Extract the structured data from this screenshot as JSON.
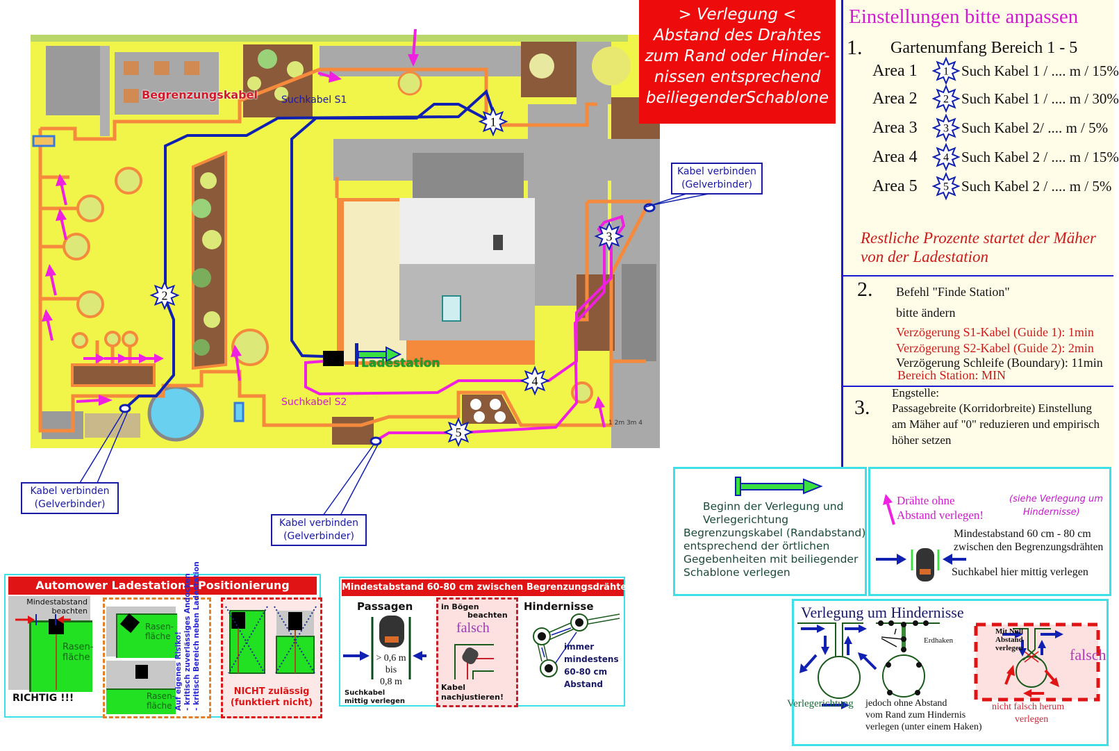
{
  "title_box": {
    "lines": [
      "> Verlegung <",
      "Abstand des Drahtes",
      "zum Rand oder Hinder-",
      "nissen entsprechend",
      "beiliegenderSchablone"
    ]
  },
  "map": {
    "labels": {
      "boundary_cable": "Begrenzungskabel",
      "guide_s1": "Suchkabel S1",
      "guide_s2": "Suchkabel S2",
      "charging_station": "Ladestation",
      "scale": "1  2m  3m  4"
    },
    "callouts": [
      {
        "line1": "Kabel verbinden",
        "line2": "(Gelverbinder)"
      },
      {
        "line1": "Kabel verbinden",
        "line2": "(Gelverbinder)"
      },
      {
        "line1": "Kabel verbinden",
        "line2": "(Gelverbinder)"
      }
    ],
    "area_markers": [
      "1",
      "2",
      "3",
      "4",
      "5"
    ],
    "colors": {
      "lawn": "#f1f54a",
      "boundary": "#f58a3c",
      "guide_s1": "#1020b0",
      "guide_s2": "#f020e0",
      "arrow": "#f020e0",
      "paving": "#a9a9a9"
    }
  },
  "settings": {
    "title": "Einstellungen bitte anpassen",
    "section1": {
      "number": "1.",
      "heading": "Gartenumfang Bereich 1 - 5",
      "areas": [
        {
          "label": "Area 1",
          "marker": "1",
          "cable": "Such Kabel 1 / .... m / 15%"
        },
        {
          "label": "Area 2",
          "marker": "2",
          "cable": "Such Kabel 1 / .... m / 30%"
        },
        {
          "label": "Area 3",
          "marker": "3",
          "cable": "Such Kabel 2/ .... m / 5%"
        },
        {
          "label": "Area 4",
          "marker": "4",
          "cable": "Such Kabel 2 / .... m / 15%"
        },
        {
          "label": "Area 5",
          "marker": "5",
          "cable": "Such Kabel 2 / .... m / 5%"
        }
      ],
      "note_line1": "Restliche Prozente  startet der Mäher",
      "note_line2": "von der Ladestation"
    },
    "section2": {
      "number": "2.",
      "line1": "Befehl \"Finde Station\"",
      "line2": "bitte ändern",
      "delay_s1": "Verzögerung S1-Kabel (Guide 1): 1min",
      "delay_s2": "Verzögerung S2-Kabel (Guide 2): 2min",
      "delay_boundary": "Verzögerung Schleife (Boundary): 11min",
      "station_range": "Bereich Station: MIN"
    },
    "section3": {
      "number": "3.",
      "line1": "Engstelle:",
      "line2": "Passagebreite (Korridorbreite) Einstellung",
      "line3": "am Mäher auf \"0\" reduzieren und empirisch",
      "line4": "höher setzen"
    }
  },
  "legend_start": {
    "lines": [
      "Beginn der Verlegung und",
      "Verlegerichtung",
      "Begrenzungskabel (Randabstand)",
      "entsprechend der örtlichen",
      "Gegebenheiten mit beiliegender",
      "Schablone verlegen"
    ]
  },
  "legend_wires": {
    "no_gap_line1": "Drähte ohne",
    "no_gap_line2": "Abstand verlegen!",
    "see_line1": "(siehe Verlegung um",
    "see_line2": "Hindernisse)",
    "min_line1": "Mindestabstand 60 cm - 80 cm",
    "min_line2": "zwischen den Begrenzungsdrähten",
    "guide_center": "Suchkabel hier mittig verlegen"
  },
  "obstacles": {
    "title": "Verlegung um Hindernisse",
    "direction": "Verlegerichtung",
    "erdhaken": "Erdhaken",
    "zero_line1": "Mit Null",
    "zero_line2": "Abstand",
    "zero_line3": "verlegen",
    "caption_line1": "jedoch ohne Abstand",
    "caption_line2": "vom Rand zum Hindernis",
    "caption_line3": "verlegen (unter einem Haken)",
    "wrong": "falsch",
    "wrong_caption1": "nicht falsch herum",
    "wrong_caption2": "verlegen"
  },
  "station_panel": {
    "title": "Automower Ladestation - Positionierung",
    "min_line1": "Mindestabstand",
    "min_line2": "beachten",
    "lawn1": "Rasen-",
    "lawn2": "fläche",
    "correct": "RICHTIG !!!",
    "risk_line1": "Auf eigenes Risiko!",
    "risk_line2": "- kritisch zuverlässiges Andocken",
    "risk_line3": "- kritisch Bereich neben Ladestation",
    "not_allowed1": "NICHT zulässig",
    "not_allowed2": "(funktiert nicht)"
  },
  "distance_panel": {
    "title": "Mindestabstand 60-80 cm zwischen Begrenzungsdrähten",
    "passages": "Passagen",
    "gt": "> 0,6 m",
    "bis": "bis",
    "max": "0,8 m",
    "guide1": "Suchkabel",
    "guide2": "mittig verlegen",
    "curves1": "in Bögen",
    "curves2": "beachten",
    "wrong": "falsch",
    "adjust1": "Kabel",
    "adjust2": "nachjustieren!",
    "obstacles": "Hindernisse",
    "always1": "immer",
    "always2": "mindestens",
    "always3": "60-80 cm",
    "always4": "Abstand"
  }
}
